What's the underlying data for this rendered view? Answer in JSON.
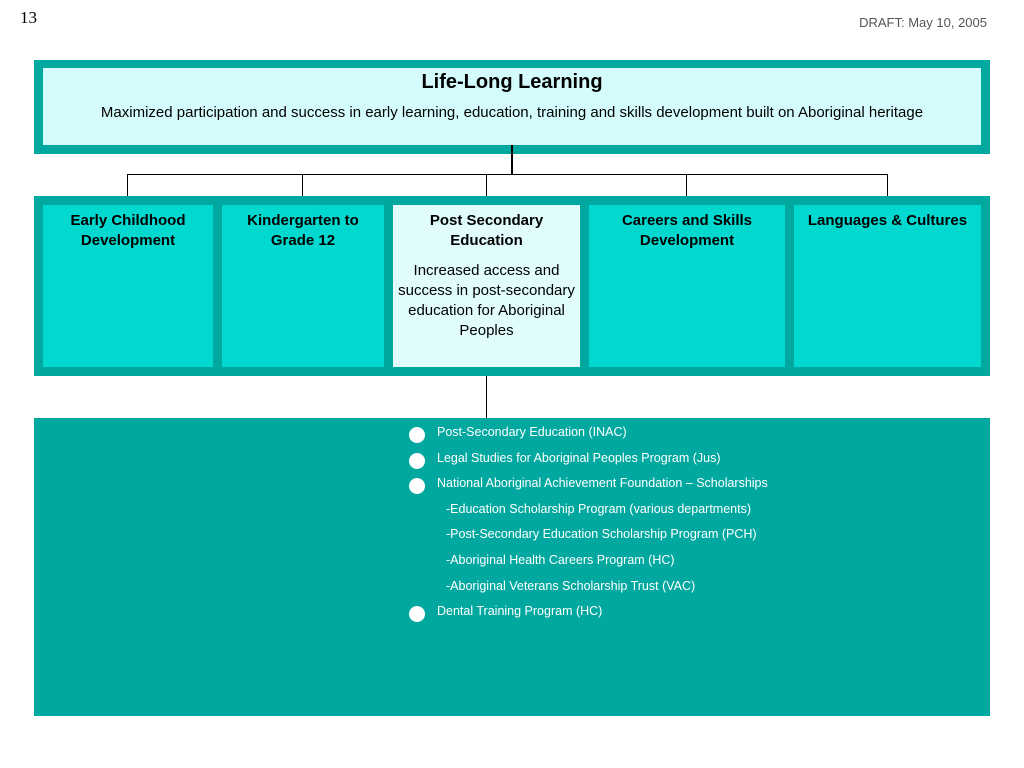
{
  "header": {
    "page_number": "13",
    "draft_label": "DRAFT: May 10, 2005"
  },
  "top": {
    "title": "Life-Long Learning",
    "subtitle": "Maximized participation and success in early learning, education, training and skills development built on Aboriginal heritage"
  },
  "columns": [
    {
      "title": "Early Childhood Development",
      "description": ""
    },
    {
      "title": "Kindergarten to Grade 12",
      "description": ""
    },
    {
      "title": "Post Secondary Education",
      "description": "Increased access and success in post-secondary education for Aboriginal Peoples"
    },
    {
      "title": "Careers and Skills Development",
      "description": ""
    },
    {
      "title": "Languages & Cultures",
      "description": ""
    }
  ],
  "selected_column": "Post Secondary Education",
  "programs": [
    {
      "text": "Post-Secondary Education (INAC)",
      "bullet": true
    },
    {
      "text": "Legal Studies for Aboriginal Peoples Program (Jus)",
      "bullet": true
    },
    {
      "text": "National Aboriginal Achievement Foundation – Scholarships",
      "bullet": true
    },
    {
      "text": "-Education Scholarship Program (various departments)",
      "bullet": false
    },
    {
      "text": "-Post-Secondary Education Scholarship Program (PCH)",
      "bullet": false
    },
    {
      "text": "-Aboriginal Health Careers Program (HC)",
      "bullet": false
    },
    {
      "text": "-Aboriginal Veterans Scholarship Trust (VAC)",
      "bullet": false
    },
    {
      "text": "Dental Training Program (HC)",
      "bullet": true
    }
  ],
  "colors": {
    "band": "#00a8a0",
    "column": "#00d8d0",
    "highlight": "#e0fcfc",
    "top_box": "#d4fcfc"
  }
}
